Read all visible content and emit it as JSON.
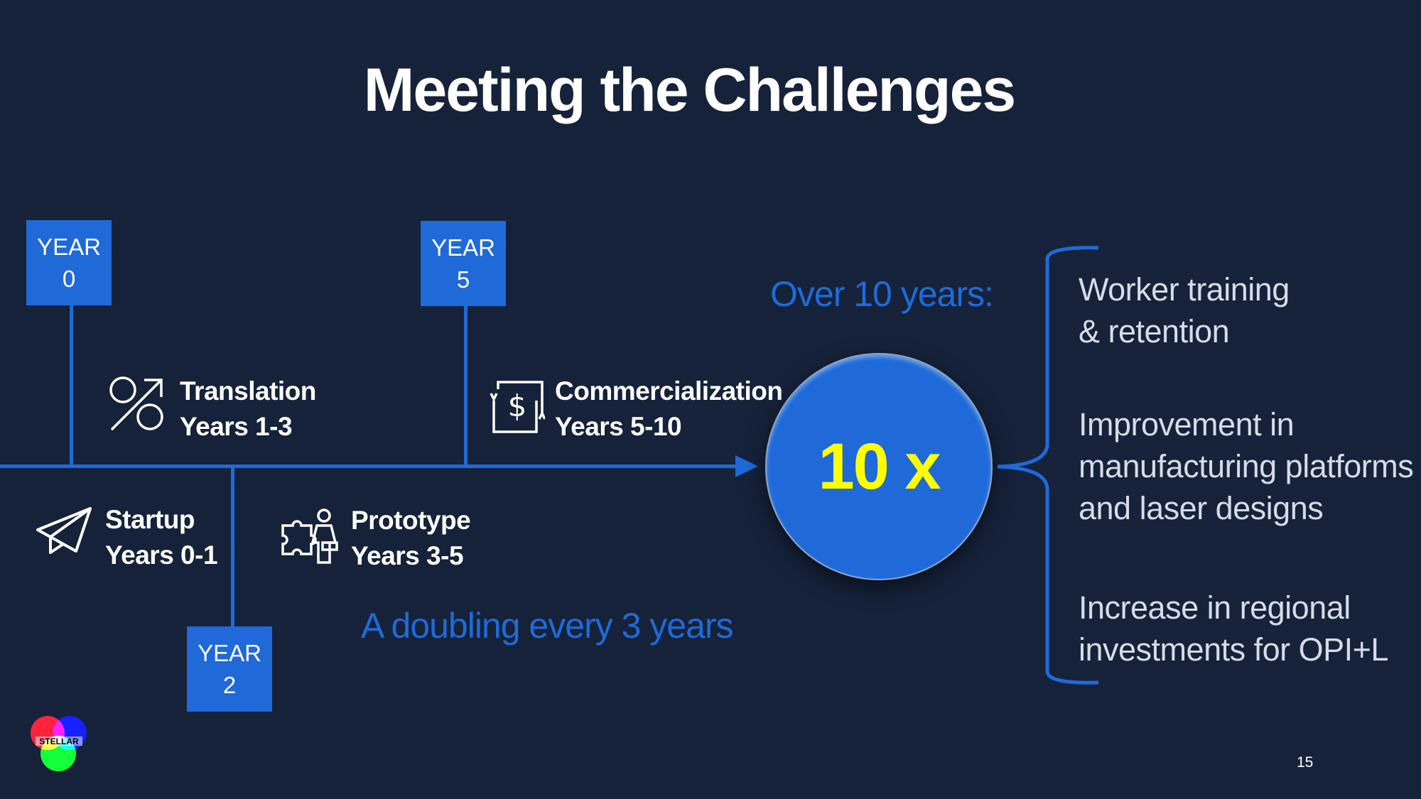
{
  "title": "Meeting the Challenges",
  "timeline": {
    "markers": [
      {
        "label": "YEAR",
        "value": "0"
      },
      {
        "label": "YEAR",
        "value": "5"
      },
      {
        "label": "YEAR",
        "value": "2"
      }
    ],
    "phases": [
      {
        "name": "Translation",
        "years": "Years 1-3",
        "icon": "percent-arrow-icon"
      },
      {
        "name": "Commercialization",
        "years": "Years 5-10",
        "icon": "dollar-exchange-icon"
      },
      {
        "name": "Startup",
        "years": "Years 0-1",
        "icon": "paper-plane-icon"
      },
      {
        "name": "Prototype",
        "years": "Years 3-5",
        "icon": "puzzle-person-icon"
      }
    ],
    "doubling": "A doubling every 3 years"
  },
  "outcome": {
    "heading": "Over 10 years:",
    "multiplier": "10 x"
  },
  "factors": [
    [
      "Worker training",
      "& retention"
    ],
    [
      "Improvement in",
      "manufacturing platforms",
      "and laser designs"
    ],
    [
      "Increase in regional",
      "investments for OPI+L"
    ]
  ],
  "logo_text": "STELLAR",
  "page_number": "15",
  "colors": {
    "background": "#15223a",
    "accent": "#1f6ad8",
    "highlight": "#ffff00"
  }
}
